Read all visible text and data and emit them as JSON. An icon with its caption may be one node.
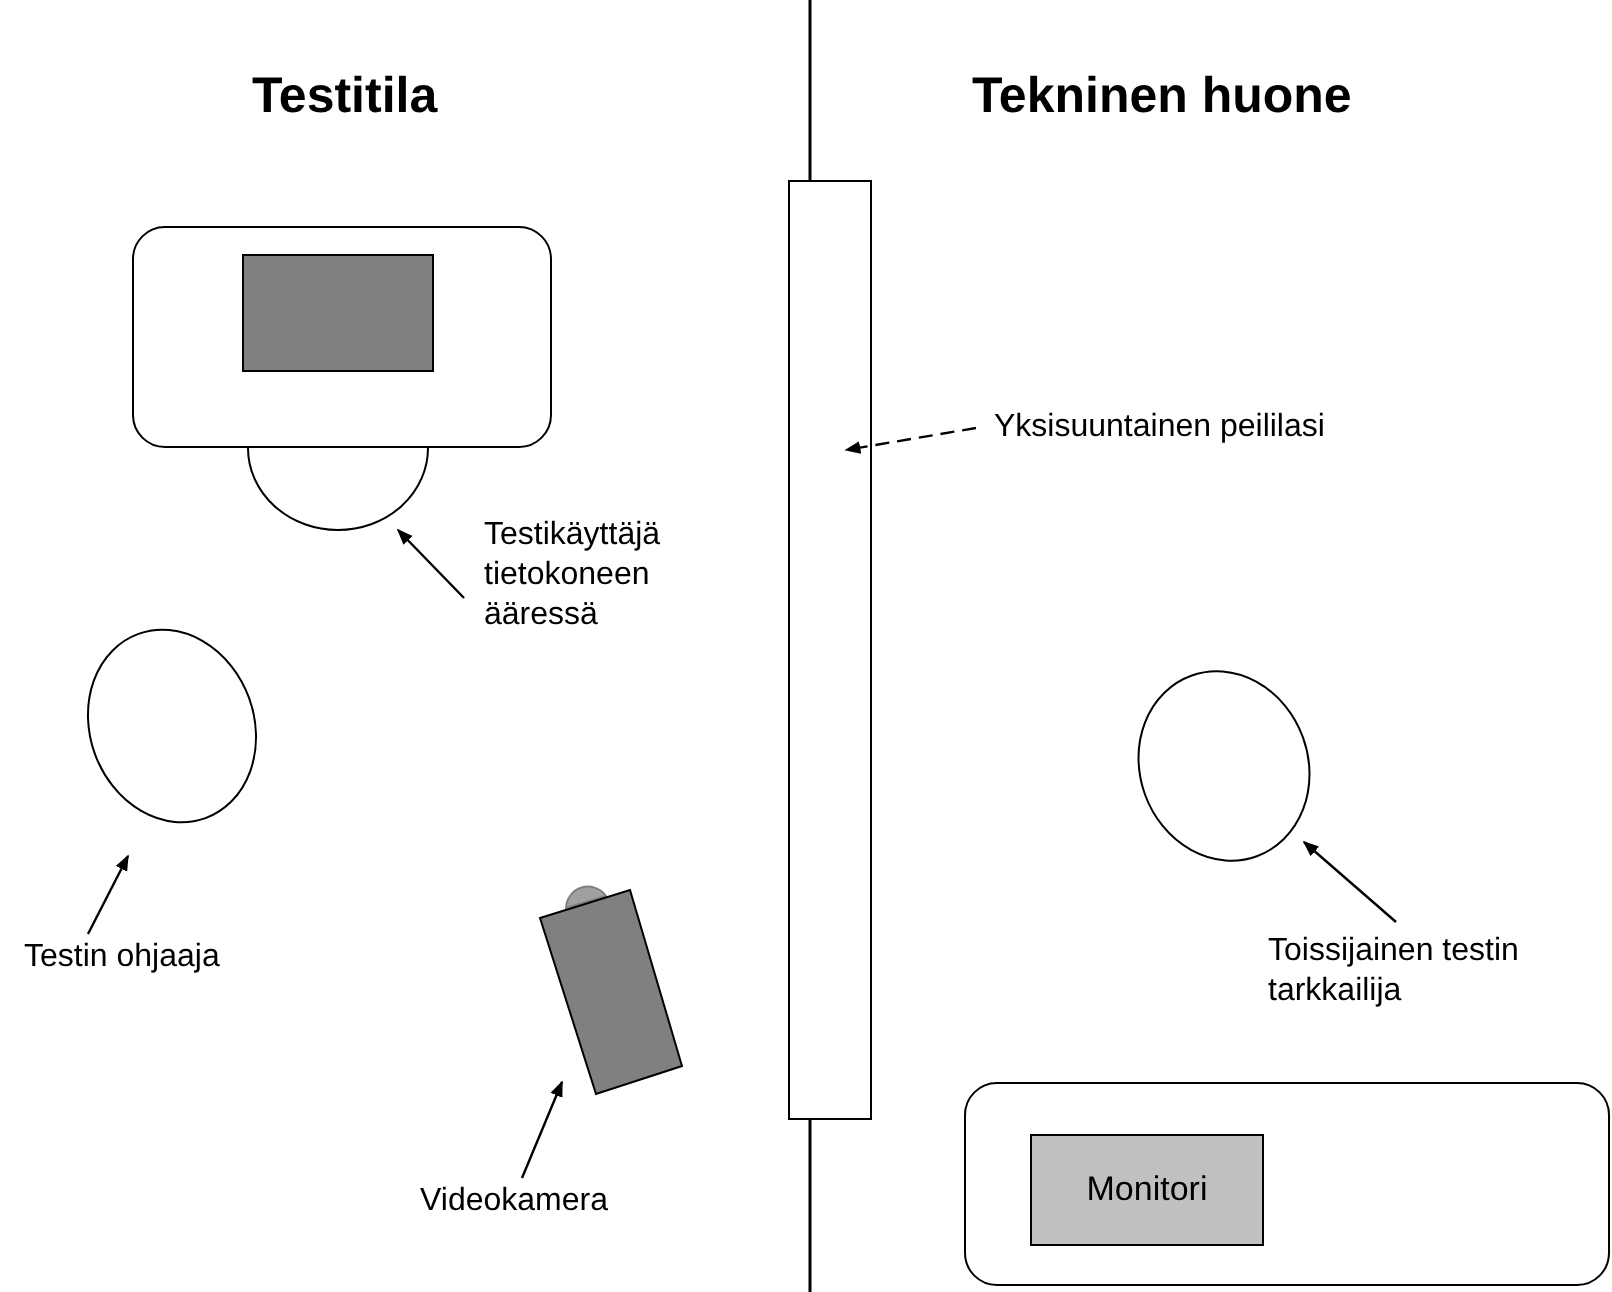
{
  "diagram": {
    "nodes": [
      {
        "text": [],
        "shape": "box"
      },
      {
        "text": [],
        "shape": "box",
        "in": 0
      },
      {
        "text": [],
        "shape": "circle"
      },
      {
        "text": [
          "Testikäyttäjä tietokoneen ääressä"
        ]
      },
      {
        "text": [],
        "shape": "circle"
      },
      {
        "text": [
          "Testin ohjaaja"
        ]
      },
      {
        "text": [],
        "shape": "box"
      },
      {
        "text": [
          "Videokamera"
        ]
      },
      {
        "text": [],
        "shape": "box"
      },
      {
        "text": [
          "Yksisuuntainen peililasi"
        ]
      },
      {
        "text": [],
        "shape": "circle"
      },
      {
        "text": [
          "Toissijainen testin tarkkailija"
        ]
      },
      {
        "text": [],
        "shape": "box"
      },
      {
        "text": [
          "Monitori"
        ],
        "in": 12
      }
    ],
    "edges": [
      {
        "from": 3,
        "to": 2,
        "arrow": "to"
      },
      {
        "from": 5,
        "to": 4,
        "arrow": "to"
      },
      {
        "from": 7,
        "to": 6,
        "arrow": "to"
      },
      {
        "from": 9,
        "to": 8,
        "arrow": "to",
        "style": "dashed"
      },
      {
        "from": 11,
        "to": 10,
        "arrow": "to"
      }
    ],
    "labels": [
      "Testitila",
      "Tekninen huone"
    ]
  }
}
